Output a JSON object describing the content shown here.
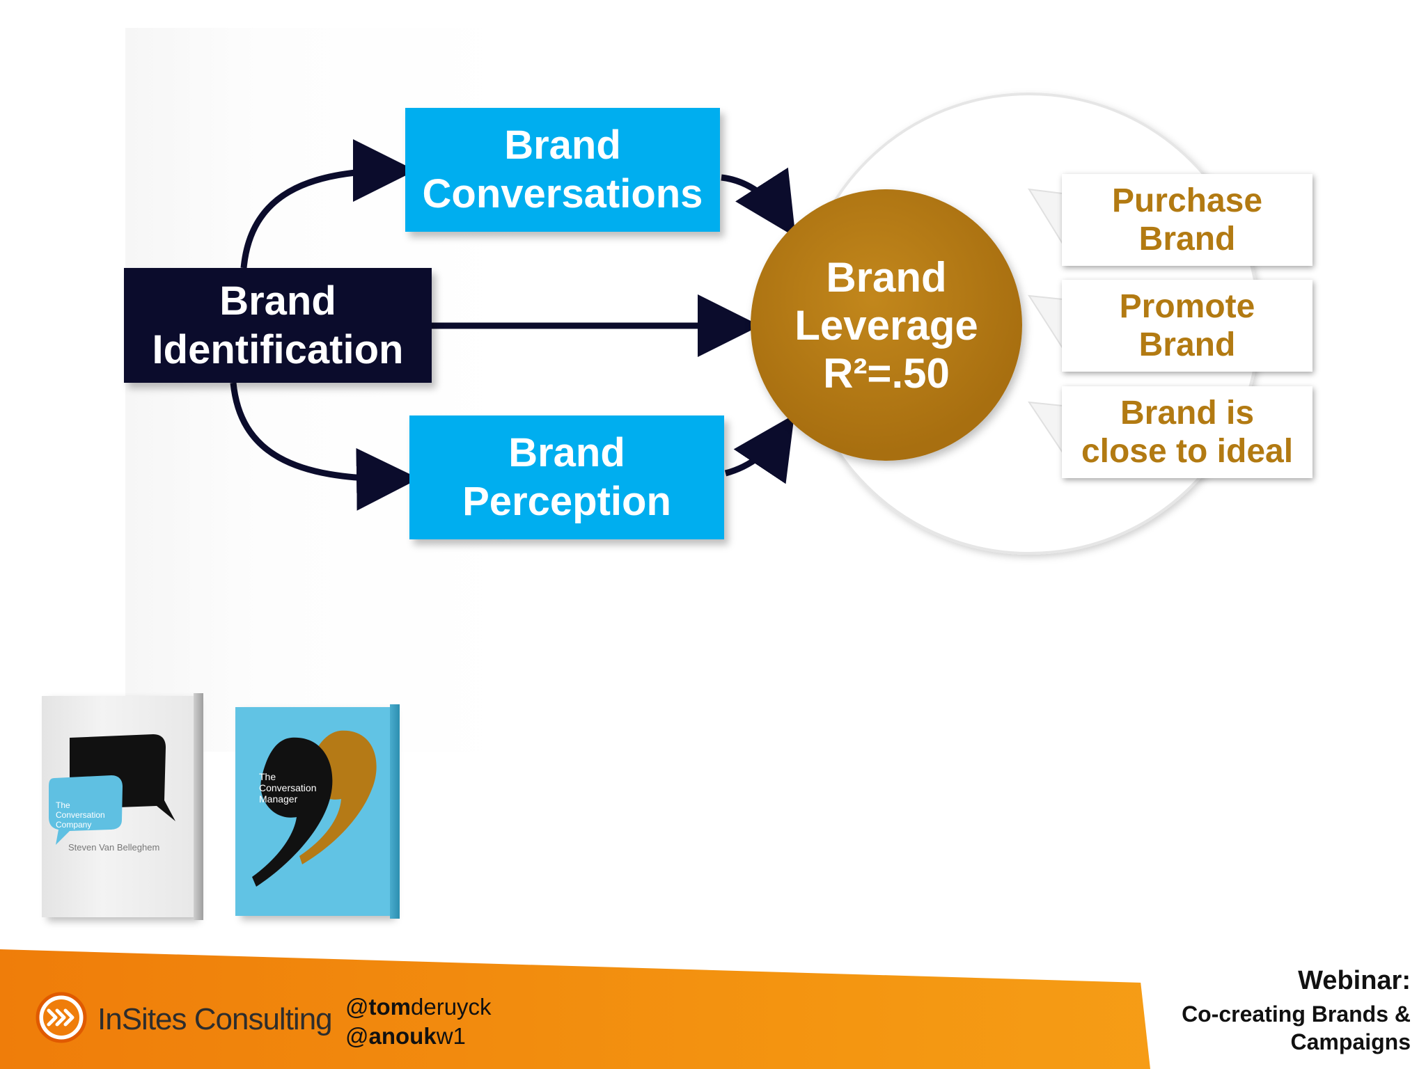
{
  "diagram": {
    "brand_identification": "Brand\nIdentification",
    "brand_conversations": "Brand\nConversations",
    "brand_perception": "Brand\nPerception",
    "brand_leverage": {
      "line1": "Brand",
      "line2": "Leverage",
      "line3": "R²=.50"
    },
    "outcomes": [
      {
        "label": "Purchase\nBrand"
      },
      {
        "label": "Promote\nBrand"
      },
      {
        "label": "Brand is\nclose to ideal"
      }
    ]
  },
  "books": [
    {
      "title": "The Conversation Company",
      "author": "Steven Van Belleghem"
    },
    {
      "title": "The Conversation Manager"
    }
  ],
  "footer": {
    "brand": "InSites Consulting",
    "handles": [
      {
        "bold": "tom",
        "rest": "deruyck",
        "prefix": "@"
      },
      {
        "bold": "anouk",
        "rest": "w1",
        "prefix": "@"
      }
    ],
    "webinar_title": "Webinar:",
    "webinar_subtitle": "Co-creating Brands &\nCampaigns"
  },
  "colors": {
    "navy": "#0b0c2c",
    "cyan": "#00aeef",
    "gold": "#b27a12",
    "orange": "#f28a0c"
  }
}
